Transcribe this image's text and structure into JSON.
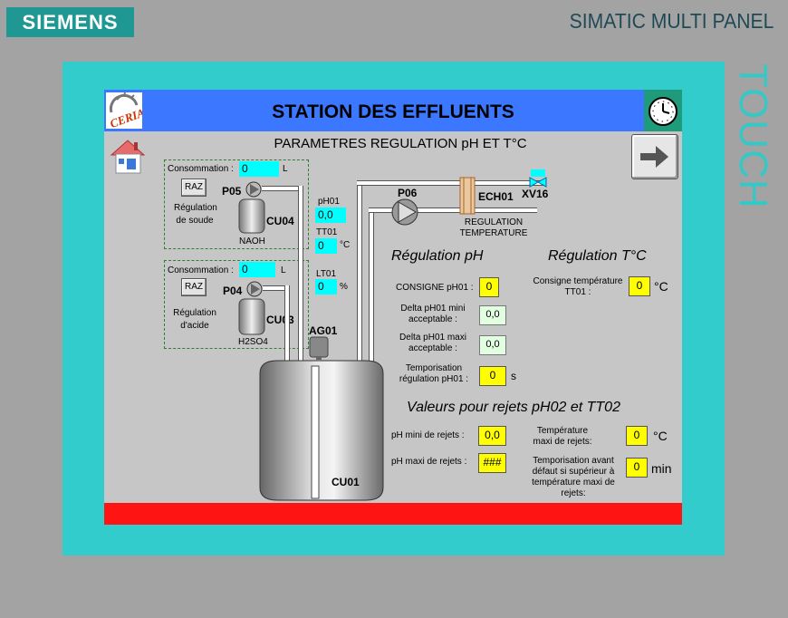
{
  "device": {
    "brand": "SIEMENS",
    "model": "SIMATIC MULTI PANEL",
    "touch": "TOUCH"
  },
  "screen": {
    "title": "STATION DES EFFLUENTS",
    "subtitle": "PARAMETRES REGULATION pH ET T°C",
    "logo_text": "CERIA"
  },
  "soude": {
    "consommation_label": "Consommation :",
    "consommation_value": "0",
    "unit": "L",
    "raz": "RAZ",
    "pump": "P05",
    "tank": "CU04",
    "chemical": "NAOH",
    "description": "Régulation de soude"
  },
  "acide": {
    "consommation_label": "Consommation :",
    "consommation_value": "0",
    "unit": "L",
    "raz": "RAZ",
    "pump": "P04",
    "tank": "CU03",
    "chemical": "H2SO4",
    "description": "Régulation d'acide"
  },
  "measures": {
    "ph_label": "pH01",
    "ph_value": "0,0",
    "tt_label": "TT01",
    "tt_value": "0",
    "tt_unit": "°C",
    "lt_label": "LT01",
    "lt_value": "0",
    "lt_unit": "%"
  },
  "process": {
    "pump_p06": "P06",
    "exchanger": "ECH01",
    "valve": "XV16",
    "regulation_temp": "REGULATION TEMPERATURE",
    "agitator": "AG01",
    "main_tank": "CU01"
  },
  "regulation_ph": {
    "heading": "Régulation  pH",
    "consigne_label": "CONSIGNE pH01 :",
    "consigne_value": "0",
    "delta_min_label": "Delta pH01 mini acceptable :",
    "delta_min_value": "0,0",
    "delta_max_label": "Delta pH01 maxi acceptable :",
    "delta_max_value": "0,0",
    "tempo_label": "Temporisation régulation pH01 :",
    "tempo_value": "0",
    "tempo_unit": "s"
  },
  "regulation_temp": {
    "heading": "Régulation T°C",
    "consigne_label": "Consigne température TT01 :",
    "consigne_value": "0",
    "unit": "°C"
  },
  "rejets": {
    "heading": "Valeurs pour rejets pH02 et TT02",
    "ph_min_label": "pH mini de rejets :",
    "ph_min_value": "0,0",
    "ph_max_label": "pH maxi de rejets :",
    "ph_max_value": "###",
    "temp_max_label": "Température maxi de rejets:",
    "temp_max_value": "0",
    "temp_max_unit": "°C",
    "tempo_label": "Temporisation avant défaut si supérieur à température maxi de rejets:",
    "tempo_value": "0",
    "tempo_unit": "min"
  },
  "colors": {
    "bezel": "#33cccc",
    "title_bar": "#3c78ff",
    "alarm_bar": "#ff1414",
    "io_cyan": "#00ffff",
    "io_yellow": "#ffff00"
  }
}
